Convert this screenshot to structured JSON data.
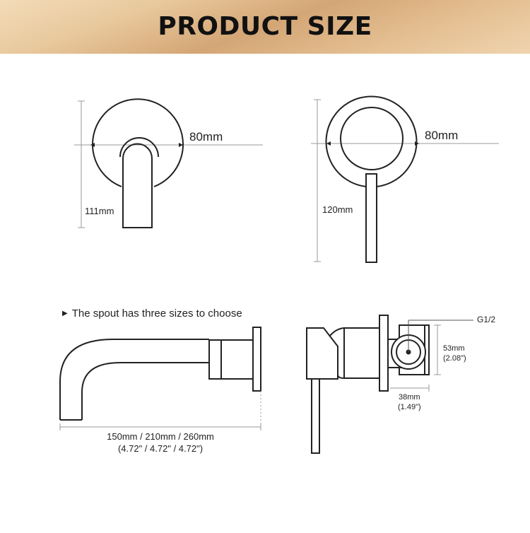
{
  "header": {
    "title": "PRODUCT SIZE"
  },
  "diagrams": {
    "front_view_1": {
      "width_label": "80mm",
      "height_label": "111mm"
    },
    "front_view_2": {
      "width_label": "80mm",
      "height_label": "120mm"
    },
    "spout": {
      "note": "The spout has three sizes to choose",
      "length_label": "150mm / 210mm / 260mm",
      "length_inches_label": "(4.72\" / 4.72\" / 4.72\")"
    },
    "side_view": {
      "thread_label": "G1/2",
      "height_label": "53mm",
      "height_inches_label": "(2.08\")",
      "depth_label": "38mm",
      "depth_inches_label": "(1.49\")"
    }
  },
  "colors": {
    "header_gradient_light": "#f3dcb9",
    "header_gradient_dark": "#d4a676",
    "line": "#222222",
    "dim_line": "#999999"
  }
}
